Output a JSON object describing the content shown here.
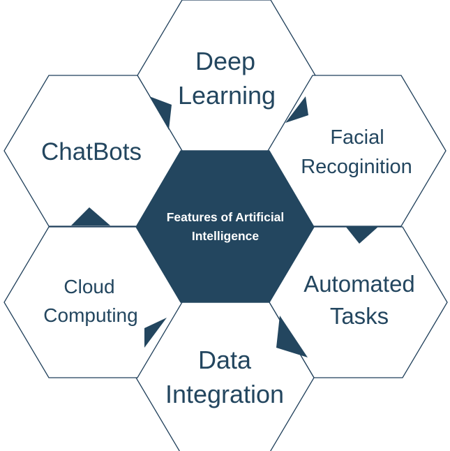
{
  "diagram": {
    "colors": {
      "accent": "#23465f",
      "outline": "#1f3f5a",
      "background": "#ffffff"
    },
    "center": {
      "line1": "Features of Artificial",
      "line2": "Intelligence"
    },
    "features": {
      "deep_learning": {
        "line1": "Deep",
        "line2": "Learning"
      },
      "facial_recognition": {
        "line1": "Facial",
        "line2": "Recoginition"
      },
      "automated_tasks": {
        "line1": "Automated",
        "line2": "Tasks"
      },
      "data_integration": {
        "line1": "Data",
        "line2": "Integration"
      },
      "cloud_computing": {
        "line1": "Cloud",
        "line2": "Computing"
      },
      "chatbots": {
        "line1": "ChatBots"
      }
    }
  }
}
